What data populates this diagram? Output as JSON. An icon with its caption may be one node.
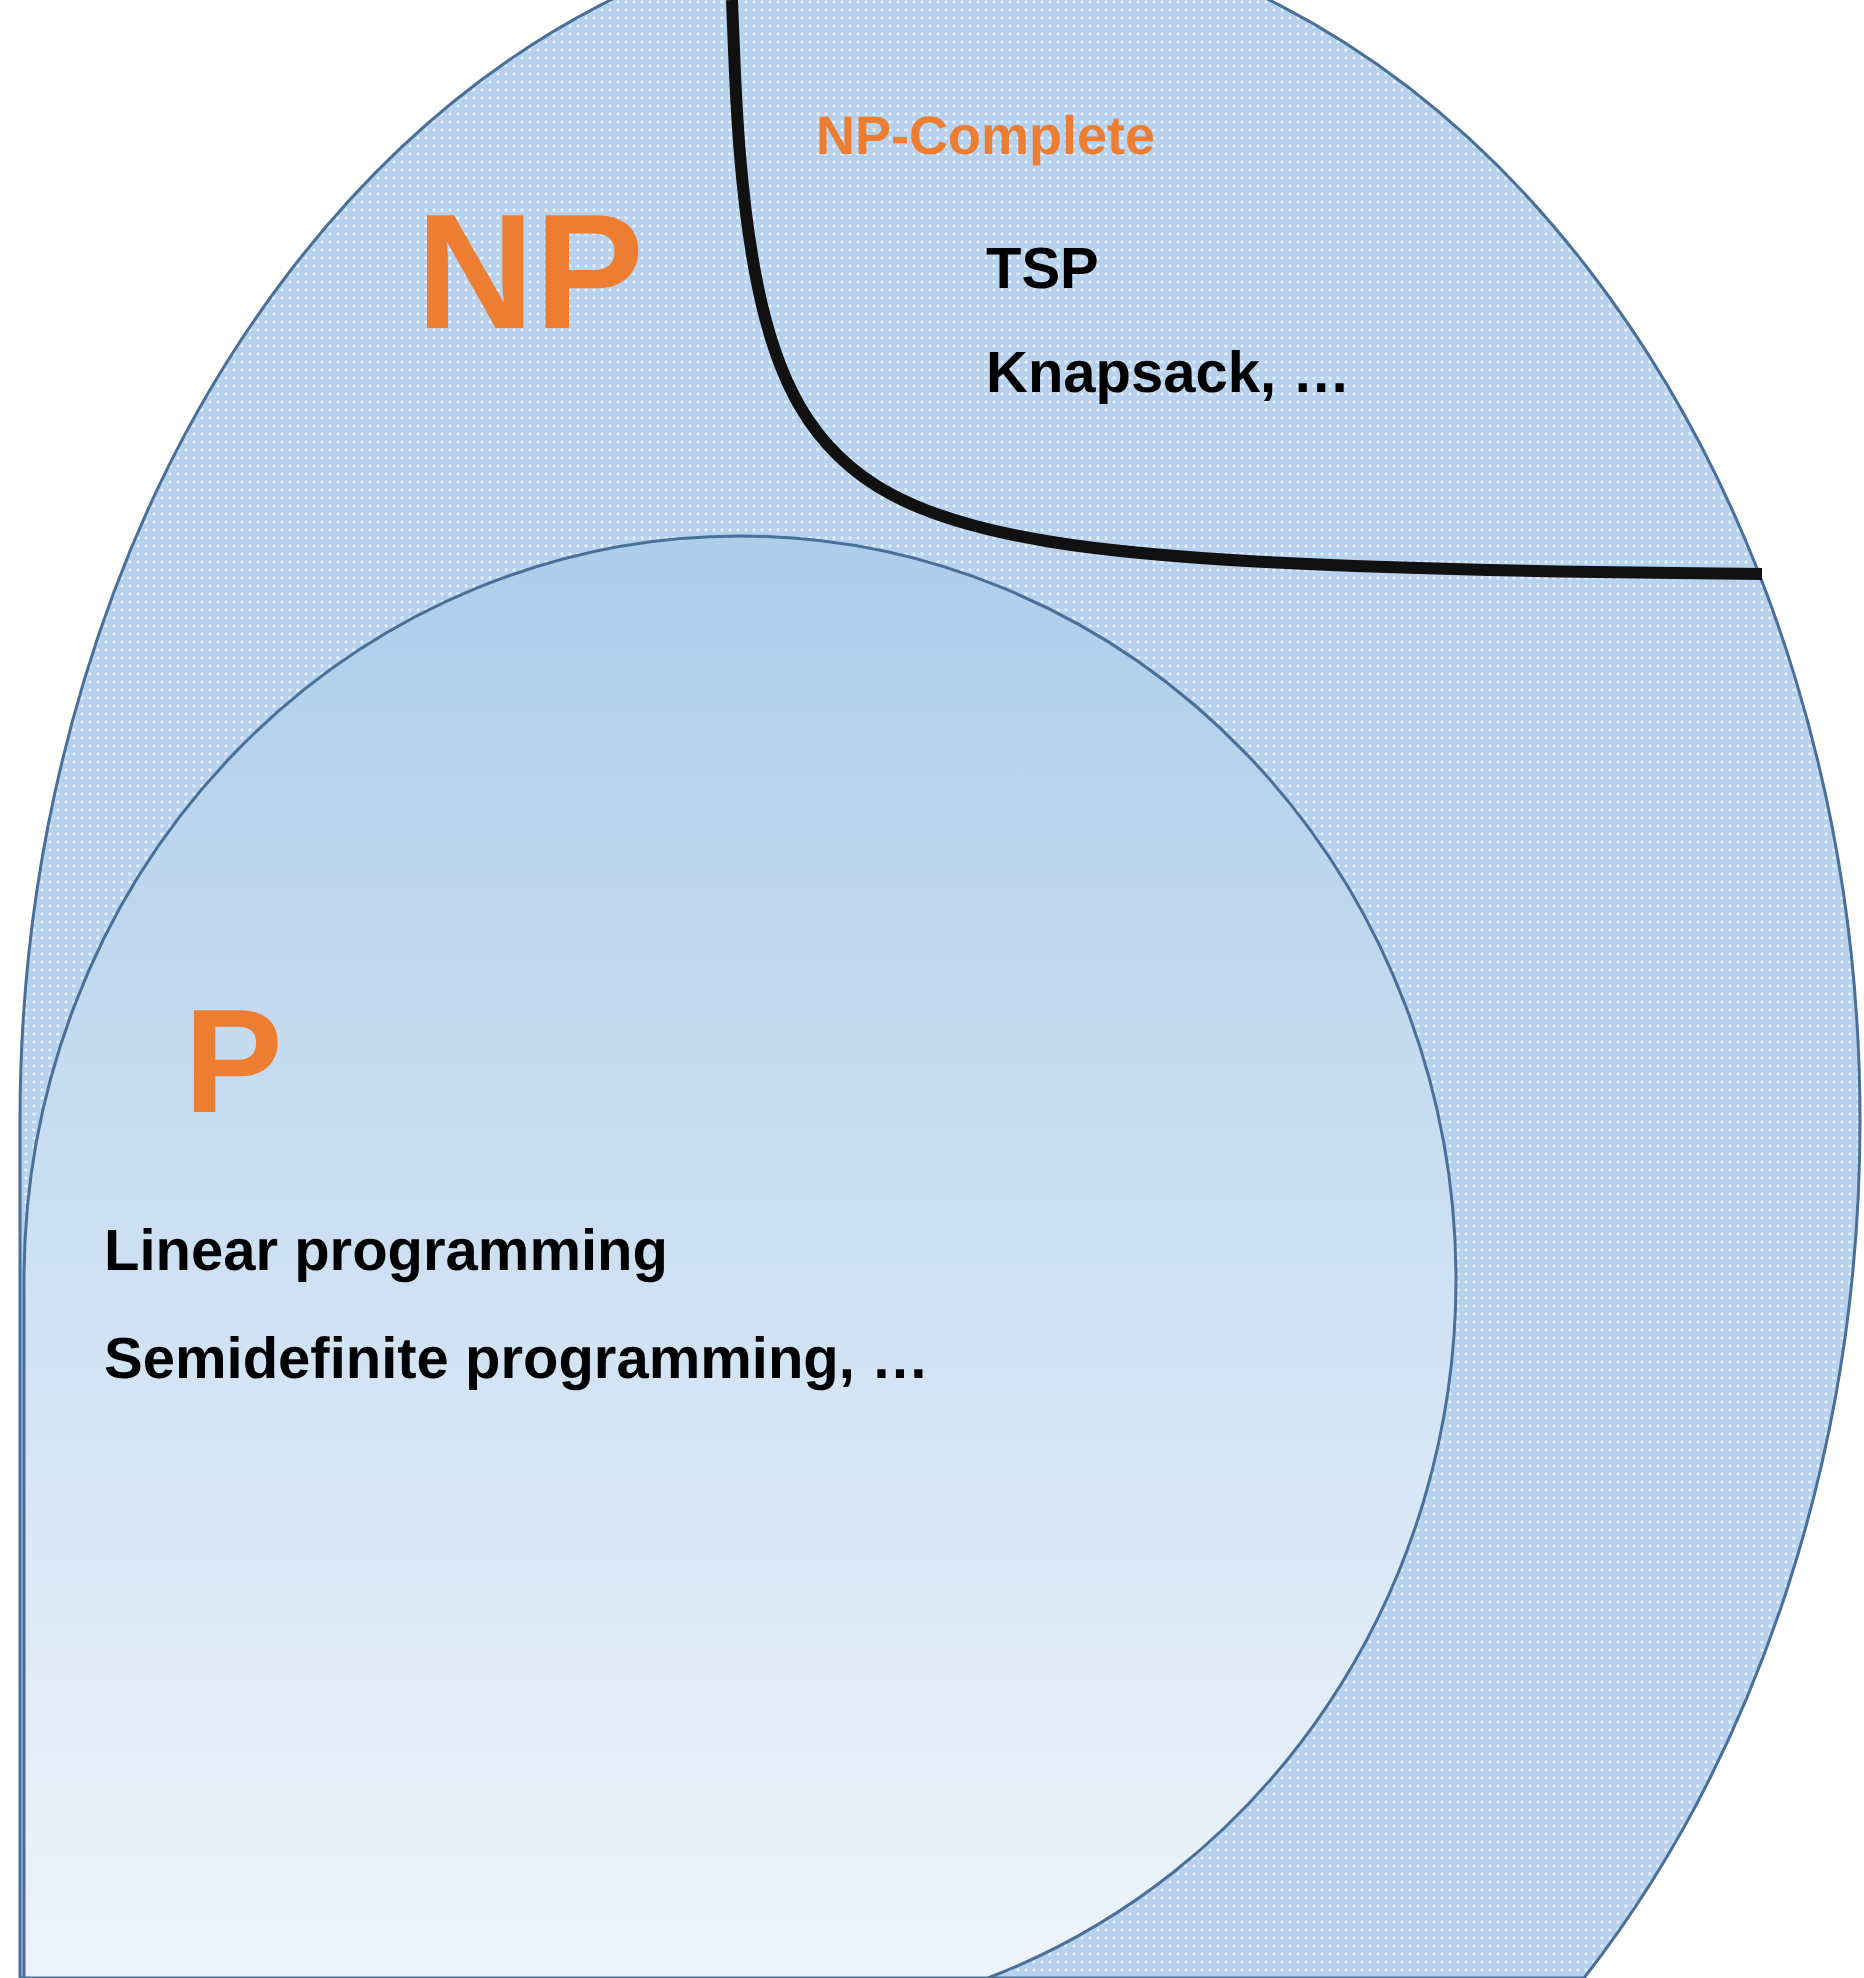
{
  "diagram": {
    "nodes": [
      {
        "text": [
          "NP"
        ]
      },
      {
        "text": [
          "NP-Complete",
          "TSP",
          "Knapsack, …"
        ],
        "in": 0
      },
      {
        "text": [
          "P",
          "Linear programming",
          "Semidefinite programming, …"
        ],
        "in": 0
      }
    ]
  }
}
